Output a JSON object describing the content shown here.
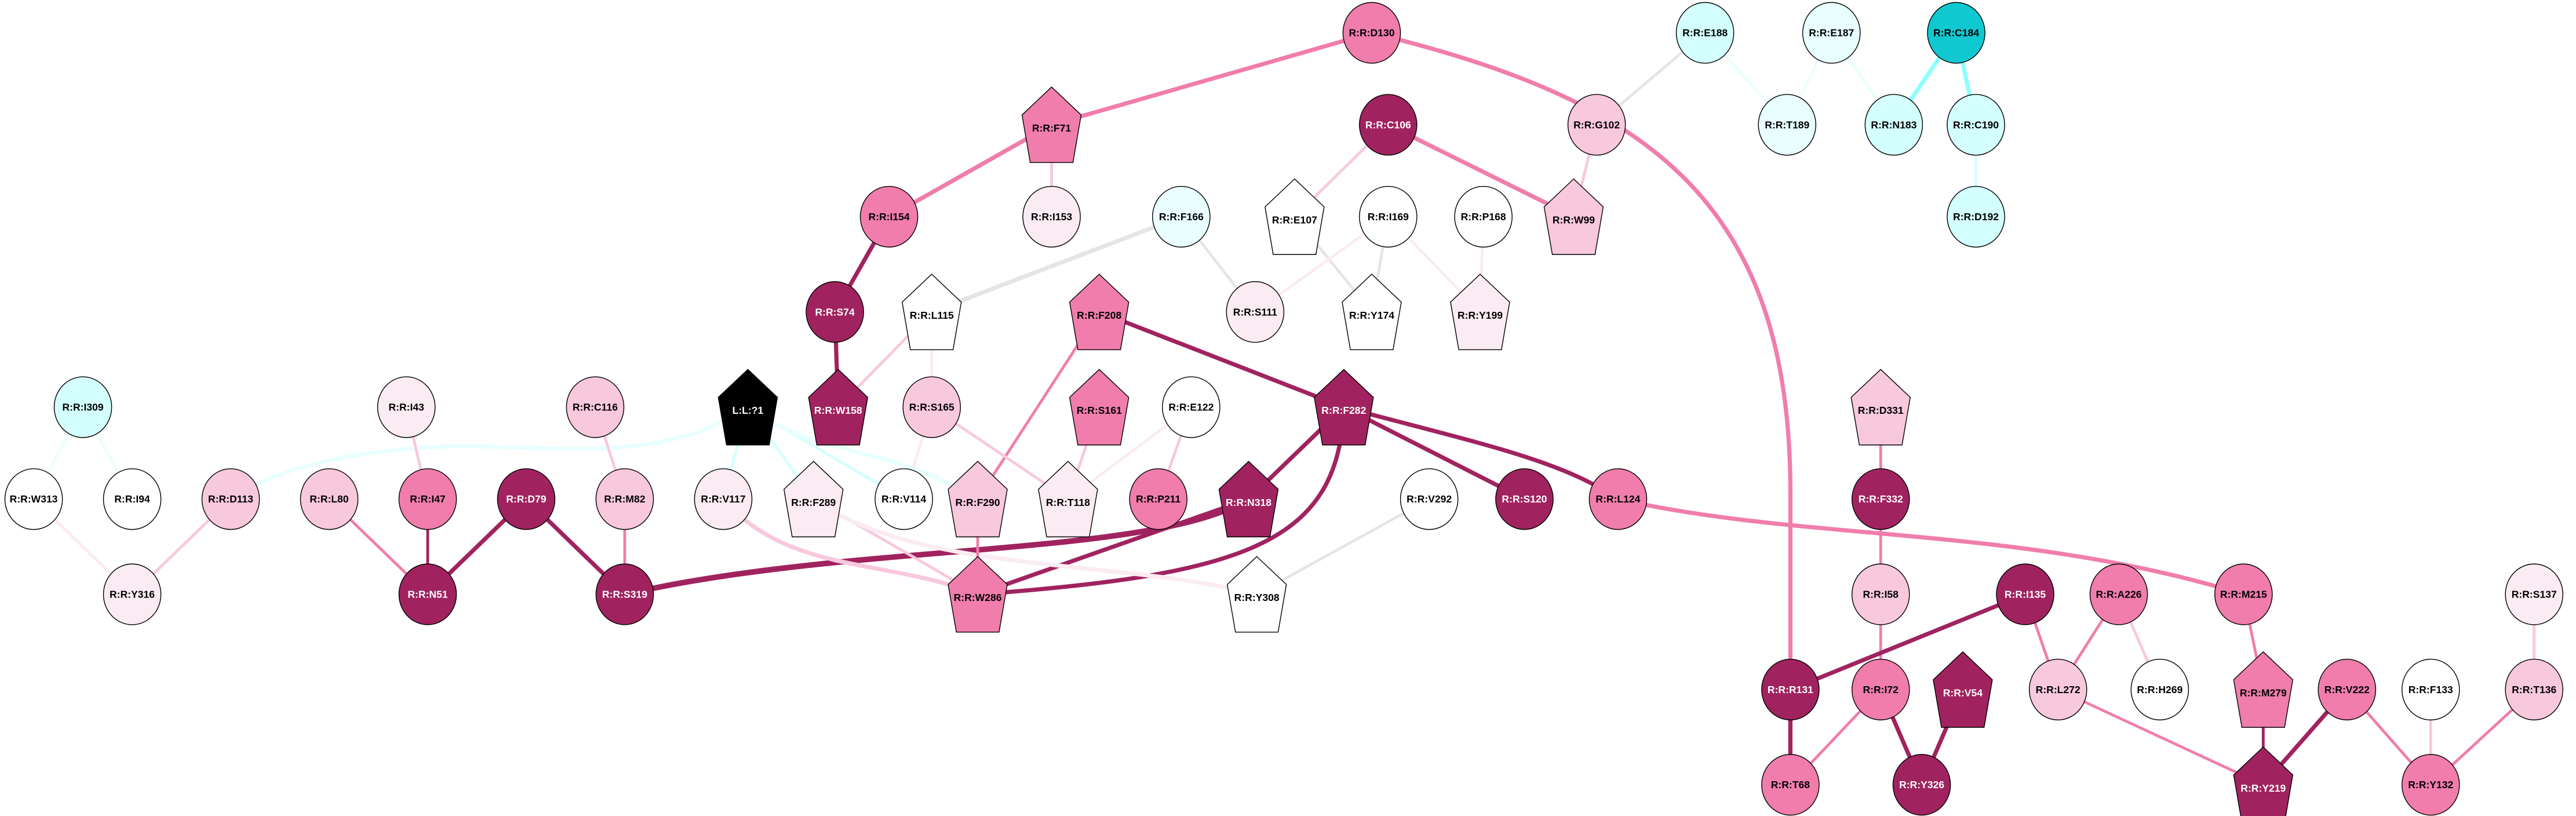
{
  "palette": {
    "dark": "#A0235F",
    "mid": "#F07DAB",
    "light": "#F8C8DD",
    "vlight": "#FBEBF2",
    "white": "#FFFFFF",
    "cyan_dark": "#10C8D0",
    "cyan": "#D4FFFF",
    "cyan_vlight": "#E9FFFF",
    "black": "#000000",
    "grey": "#E5E5E5",
    "cyan_edge": "#8CFFFF"
  },
  "nodes": [
    {
      "label": "R:R:D130",
      "shape": "ellipse",
      "color": "mid"
    },
    {
      "label": "R:R:E188",
      "shape": "ellipse",
      "color": "cyan"
    },
    {
      "label": "R:R:E187",
      "shape": "ellipse",
      "color": "cyan_vlight"
    },
    {
      "label": "R:R:C184",
      "shape": "ellipse",
      "color": "cyan_dark"
    },
    {
      "label": "R:R:F71",
      "shape": "pentagon",
      "color": "mid"
    },
    {
      "label": "R:R:C106",
      "shape": "ellipse",
      "color": "dark"
    },
    {
      "label": "R:R:G102",
      "shape": "ellipse",
      "color": "light"
    },
    {
      "label": "R:R:T189",
      "shape": "ellipse",
      "color": "cyan_vlight"
    },
    {
      "label": "R:R:N183",
      "shape": "ellipse",
      "color": "cyan"
    },
    {
      "label": "R:R:C190",
      "shape": "ellipse",
      "color": "cyan"
    },
    {
      "label": "R:R:I154",
      "shape": "ellipse",
      "color": "mid"
    },
    {
      "label": "R:R:I153",
      "shape": "ellipse",
      "color": "vlight"
    },
    {
      "label": "R:R:F166",
      "shape": "ellipse",
      "color": "cyan_vlight"
    },
    {
      "label": "R:R:E107",
      "shape": "pentagon",
      "color": "white"
    },
    {
      "label": "R:R:I169",
      "shape": "ellipse",
      "color": "white"
    },
    {
      "label": "R:R:P168",
      "shape": "ellipse",
      "color": "white"
    },
    {
      "label": "R:R:W99",
      "shape": "pentagon",
      "color": "light"
    },
    {
      "label": "R:R:D192",
      "shape": "ellipse",
      "color": "cyan"
    },
    {
      "label": "R:R:S74",
      "shape": "ellipse",
      "color": "dark"
    },
    {
      "label": "R:R:L115",
      "shape": "pentagon",
      "color": "white"
    },
    {
      "label": "R:R:F208",
      "shape": "pentagon",
      "color": "mid"
    },
    {
      "label": "R:R:S111",
      "shape": "ellipse",
      "color": "vlight"
    },
    {
      "label": "R:R:Y174",
      "shape": "pentagon",
      "color": "white"
    },
    {
      "label": "R:R:Y199",
      "shape": "pentagon",
      "color": "vlight"
    },
    {
      "label": "R:R:I309",
      "shape": "ellipse",
      "color": "cyan"
    },
    {
      "label": "R:R:I43",
      "shape": "ellipse",
      "color": "vlight"
    },
    {
      "label": "R:R:C116",
      "shape": "ellipse",
      "color": "light"
    },
    {
      "label": "L:L:?1",
      "shape": "pentagon",
      "color": "black"
    },
    {
      "label": "R:R:W158",
      "shape": "pentagon",
      "color": "dark"
    },
    {
      "label": "R:R:S165",
      "shape": "ellipse",
      "color": "light"
    },
    {
      "label": "R:R:S161",
      "shape": "pentagon",
      "color": "mid"
    },
    {
      "label": "R:R:E122",
      "shape": "ellipse",
      "color": "white"
    },
    {
      "label": "R:R:F282",
      "shape": "pentagon",
      "color": "dark"
    },
    {
      "label": "R:R:D331",
      "shape": "pentagon",
      "color": "light"
    },
    {
      "label": "R:R:W313",
      "shape": "ellipse",
      "color": "white"
    },
    {
      "label": "R:R:I94",
      "shape": "ellipse",
      "color": "white"
    },
    {
      "label": "R:R:D113",
      "shape": "ellipse",
      "color": "light"
    },
    {
      "label": "R:R:L80",
      "shape": "ellipse",
      "color": "light"
    },
    {
      "label": "R:R:I47",
      "shape": "ellipse",
      "color": "mid"
    },
    {
      "label": "R:R:D79",
      "shape": "ellipse",
      "color": "dark"
    },
    {
      "label": "R:R:M82",
      "shape": "ellipse",
      "color": "light"
    },
    {
      "label": "R:R:V117",
      "shape": "ellipse",
      "color": "vlight"
    },
    {
      "label": "R:R:F289",
      "shape": "pentagon",
      "color": "vlight"
    },
    {
      "label": "R:R:V114",
      "shape": "ellipse",
      "color": "white"
    },
    {
      "label": "R:R:F290",
      "shape": "pentagon",
      "color": "light"
    },
    {
      "label": "R:R:T118",
      "shape": "pentagon",
      "color": "vlight"
    },
    {
      "label": "R:R:P211",
      "shape": "ellipse",
      "color": "mid"
    },
    {
      "label": "R:R:N318",
      "shape": "pentagon",
      "color": "dark"
    },
    {
      "label": "R:R:V292",
      "shape": "ellipse",
      "color": "white"
    },
    {
      "label": "R:R:S120",
      "shape": "ellipse",
      "color": "dark"
    },
    {
      "label": "R:R:L124",
      "shape": "ellipse",
      "color": "mid"
    },
    {
      "label": "R:R:F332",
      "shape": "ellipse",
      "color": "dark"
    },
    {
      "label": "R:R:Y316",
      "shape": "ellipse",
      "color": "vlight"
    },
    {
      "label": "R:R:N51",
      "shape": "ellipse",
      "color": "dark"
    },
    {
      "label": "R:R:S319",
      "shape": "ellipse",
      "color": "dark"
    },
    {
      "label": "R:R:W286",
      "shape": "pentagon",
      "color": "mid"
    },
    {
      "label": "R:R:Y308",
      "shape": "pentagon",
      "color": "white"
    },
    {
      "label": "R:R:I58",
      "shape": "ellipse",
      "color": "light"
    },
    {
      "label": "R:R:I135",
      "shape": "ellipse",
      "color": "dark"
    },
    {
      "label": "R:R:A226",
      "shape": "ellipse",
      "color": "mid"
    },
    {
      "label": "R:R:M215",
      "shape": "ellipse",
      "color": "mid"
    },
    {
      "label": "R:R:S137",
      "shape": "ellipse",
      "color": "vlight"
    },
    {
      "label": "R:R:R131",
      "shape": "ellipse",
      "color": "dark"
    },
    {
      "label": "R:R:I72",
      "shape": "ellipse",
      "color": "mid"
    },
    {
      "label": "R:R:V54",
      "shape": "pentagon",
      "color": "dark"
    },
    {
      "label": "R:R:L272",
      "shape": "ellipse",
      "color": "light"
    },
    {
      "label": "R:R:H269",
      "shape": "ellipse",
      "color": "white"
    },
    {
      "label": "R:R:M279",
      "shape": "pentagon",
      "color": "mid"
    },
    {
      "label": "R:R:V222",
      "shape": "ellipse",
      "color": "mid"
    },
    {
      "label": "R:R:F133",
      "shape": "ellipse",
      "color": "white"
    },
    {
      "label": "R:R:T136",
      "shape": "ellipse",
      "color": "light"
    },
    {
      "label": "R:R:T68",
      "shape": "ellipse",
      "color": "mid"
    },
    {
      "label": "R:R:Y326",
      "shape": "ellipse",
      "color": "dark"
    },
    {
      "label": "R:R:Y219",
      "shape": "pentagon",
      "color": "dark"
    },
    {
      "label": "R:R:Y132",
      "shape": "ellipse",
      "color": "mid"
    }
  ],
  "edges": [
    {
      "from": "R:R:D130",
      "to": "R:R:F71",
      "color": "mid",
      "weight": 3
    },
    {
      "from": "R:R:D130",
      "to": "R:R:T68",
      "color": "mid",
      "weight": 3
    },
    {
      "from": "R:R:F71",
      "to": "R:R:I154",
      "color": "mid",
      "weight": 3
    },
    {
      "from": "R:R:F71",
      "to": "R:R:I153",
      "color": "light",
      "weight": 2
    },
    {
      "from": "R:R:I154",
      "to": "R:R:S74",
      "color": "dark",
      "weight": 3
    },
    {
      "from": "R:R:S74",
      "to": "R:R:W158",
      "color": "dark",
      "weight": 3
    },
    {
      "from": "R:R:C106",
      "to": "R:R:W99",
      "color": "mid",
      "weight": 3
    },
    {
      "from": "R:R:C106",
      "to": "R:R:E107",
      "color": "light",
      "weight": 2
    },
    {
      "from": "R:R:G102",
      "to": "R:R:W99",
      "color": "light",
      "weight": 2
    },
    {
      "from": "R:R:G102",
      "to": "R:R:E188",
      "color": "grey",
      "weight": 2
    },
    {
      "from": "R:R:E188",
      "to": "R:R:T189",
      "color": "cyan_vlight",
      "weight": 2
    },
    {
      "from": "R:R:E187",
      "to": "R:R:T189",
      "color": "cyan_vlight",
      "weight": 2
    },
    {
      "from": "R:R:E187",
      "to": "R:R:N183",
      "color": "cyan_vlight",
      "weight": 2
    },
    {
      "from": "R:R:C184",
      "to": "R:R:N183",
      "color": "cyan_edge",
      "weight": 3
    },
    {
      "from": "R:R:C184",
      "to": "R:R:C190",
      "color": "cyan_edge",
      "weight": 3
    },
    {
      "from": "R:R:C190",
      "to": "R:R:D192",
      "color": "cyan",
      "weight": 2
    },
    {
      "from": "R:R:F166",
      "to": "R:R:L115",
      "color": "grey",
      "weight": 3
    },
    {
      "from": "R:R:F166",
      "to": "R:R:S111",
      "color": "grey",
      "weight": 2
    },
    {
      "from": "R:R:E107",
      "to": "R:R:Y174",
      "color": "grey",
      "weight": 2
    },
    {
      "from": "R:R:I169",
      "to": "R:R:S111",
      "color": "vlight",
      "weight": 2
    },
    {
      "from": "R:R:I169",
      "to": "R:R:Y174",
      "color": "grey",
      "weight": 2
    },
    {
      "from": "R:R:I169",
      "to": "R:R:Y199",
      "color": "vlight",
      "weight": 2
    },
    {
      "from": "R:R:P168",
      "to": "R:R:Y199",
      "color": "vlight",
      "weight": 2
    },
    {
      "from": "R:R:L115",
      "to": "R:R:W158",
      "color": "light",
      "weight": 2
    },
    {
      "from": "R:R:L115",
      "to": "R:R:S165",
      "color": "vlight",
      "weight": 2
    },
    {
      "from": "R:R:F208",
      "to": "R:R:F290",
      "color": "mid",
      "weight": 2
    },
    {
      "from": "R:R:F208",
      "to": "R:R:F282",
      "color": "dark",
      "weight": 3
    },
    {
      "from": "R:R:S165",
      "to": "R:R:V114",
      "color": "vlight",
      "weight": 2
    },
    {
      "from": "R:R:S165",
      "to": "R:R:T118",
      "color": "light",
      "weight": 2
    },
    {
      "from": "R:R:S161",
      "to": "R:R:T118",
      "color": "light",
      "weight": 2
    },
    {
      "from": "R:R:E122",
      "to": "R:R:T118",
      "color": "vlight",
      "weight": 2
    },
    {
      "from": "R:R:E122",
      "to": "R:R:P211",
      "color": "light",
      "weight": 2
    },
    {
      "from": "R:R:F282",
      "to": "R:R:N318",
      "color": "dark",
      "weight": 3
    },
    {
      "from": "R:R:F282",
      "to": "R:R:W286",
      "color": "dark",
      "weight": 3
    },
    {
      "from": "R:R:F282",
      "to": "R:R:S120",
      "color": "dark",
      "weight": 3
    },
    {
      "from": "R:R:F282",
      "to": "R:R:L124",
      "color": "dark",
      "weight": 3
    },
    {
      "from": "R:R:L124",
      "to": "R:R:M215",
      "color": "mid",
      "weight": 3
    },
    {
      "from": "R:R:N318",
      "to": "R:R:S319",
      "color": "dark",
      "weight": 4
    },
    {
      "from": "R:R:N318",
      "to": "R:R:W286",
      "color": "dark",
      "weight": 3
    },
    {
      "from": "L:L:?1",
      "to": "R:R:D113",
      "color": "cyan_vlight",
      "weight": 3
    },
    {
      "from": "L:L:?1",
      "to": "R:R:V117",
      "color": "cyan",
      "weight": 2
    },
    {
      "from": "L:L:?1",
      "to": "R:R:F289",
      "color": "cyan",
      "weight": 2
    },
    {
      "from": "L:L:?1",
      "to": "R:R:V114",
      "color": "cyan",
      "weight": 2
    },
    {
      "from": "L:L:?1",
      "to": "R:R:F290",
      "color": "cyan_vlight",
      "weight": 3
    },
    {
      "from": "R:R:I309",
      "to": "R:R:W313",
      "color": "cyan_vlight",
      "weight": 2
    },
    {
      "from": "R:R:I309",
      "to": "R:R:I94",
      "color": "cyan_vlight",
      "weight": 2
    },
    {
      "from": "R:R:W313",
      "to": "R:R:Y316",
      "color": "vlight",
      "weight": 2
    },
    {
      "from": "R:R:D113",
      "to": "R:R:Y316",
      "color": "light",
      "weight": 2
    },
    {
      "from": "R:R:I43",
      "to": "R:R:I47",
      "color": "light",
      "weight": 2
    },
    {
      "from": "R:R:C116",
      "to": "R:R:M82",
      "color": "light",
      "weight": 2
    },
    {
      "from": "R:R:L80",
      "to": "R:R:N51",
      "color": "mid",
      "weight": 2
    },
    {
      "from": "R:R:I47",
      "to": "R:R:N51",
      "color": "dark",
      "weight": 2
    },
    {
      "from": "R:R:D79",
      "to": "R:R:N51",
      "color": "dark",
      "weight": 3
    },
    {
      "from": "R:R:D79",
      "to": "R:R:S319",
      "color": "dark",
      "weight": 3
    },
    {
      "from": "R:R:M82",
      "to": "R:R:S319",
      "color": "mid",
      "weight": 2
    },
    {
      "from": "R:R:V117",
      "to": "R:R:W286",
      "color": "light",
      "weight": 3
    },
    {
      "from": "R:R:F289",
      "to": "R:R:W286",
      "color": "light",
      "weight": 2
    },
    {
      "from": "R:R:F289",
      "to": "R:R:Y308",
      "color": "vlight",
      "weight": 3
    },
    {
      "from": "R:R:F290",
      "to": "R:R:W286",
      "color": "mid",
      "weight": 2
    },
    {
      "from": "R:R:V292",
      "to": "R:R:Y308",
      "color": "grey",
      "weight": 2
    },
    {
      "from": "R:R:D331",
      "to": "R:R:F332",
      "color": "mid",
      "weight": 2
    },
    {
      "from": "R:R:F332",
      "to": "R:R:I58",
      "color": "mid",
      "weight": 2
    },
    {
      "from": "R:R:I58",
      "to": "R:R:I72",
      "color": "mid",
      "weight": 2
    },
    {
      "from": "R:R:I135",
      "to": "R:R:R131",
      "color": "dark",
      "weight": 3
    },
    {
      "from": "R:R:I135",
      "to": "R:R:L272",
      "color": "mid",
      "weight": 2
    },
    {
      "from": "R:R:A226",
      "to": "R:R:L272",
      "color": "mid",
      "weight": 2
    },
    {
      "from": "R:R:A226",
      "to": "R:R:H269",
      "color": "light",
      "weight": 2
    },
    {
      "from": "R:R:M215",
      "to": "R:R:M279",
      "color": "mid",
      "weight": 2
    },
    {
      "from": "R:R:M279",
      "to": "R:R:Y219",
      "color": "dark",
      "weight": 2
    },
    {
      "from": "R:R:L272",
      "to": "R:R:Y219",
      "color": "mid",
      "weight": 2
    },
    {
      "from": "R:R:V222",
      "to": "R:R:Y219",
      "color": "dark",
      "weight": 3
    },
    {
      "from": "R:R:V222",
      "to": "R:R:Y132",
      "color": "mid",
      "weight": 2
    },
    {
      "from": "R:R:F133",
      "to": "R:R:Y132",
      "color": "light",
      "weight": 2
    },
    {
      "from": "R:R:S137",
      "to": "R:R:T136",
      "color": "light",
      "weight": 2
    },
    {
      "from": "R:R:T136",
      "to": "R:R:Y132",
      "color": "mid",
      "weight": 2
    },
    {
      "from": "R:R:R131",
      "to": "R:R:T68",
      "color": "dark",
      "weight": 3
    },
    {
      "from": "R:R:I72",
      "to": "R:R:T68",
      "color": "mid",
      "weight": 2
    },
    {
      "from": "R:R:I72",
      "to": "R:R:Y326",
      "color": "dark",
      "weight": 3
    },
    {
      "from": "R:R:V54",
      "to": "R:R:Y326",
      "color": "dark",
      "weight": 3
    }
  ]
}
